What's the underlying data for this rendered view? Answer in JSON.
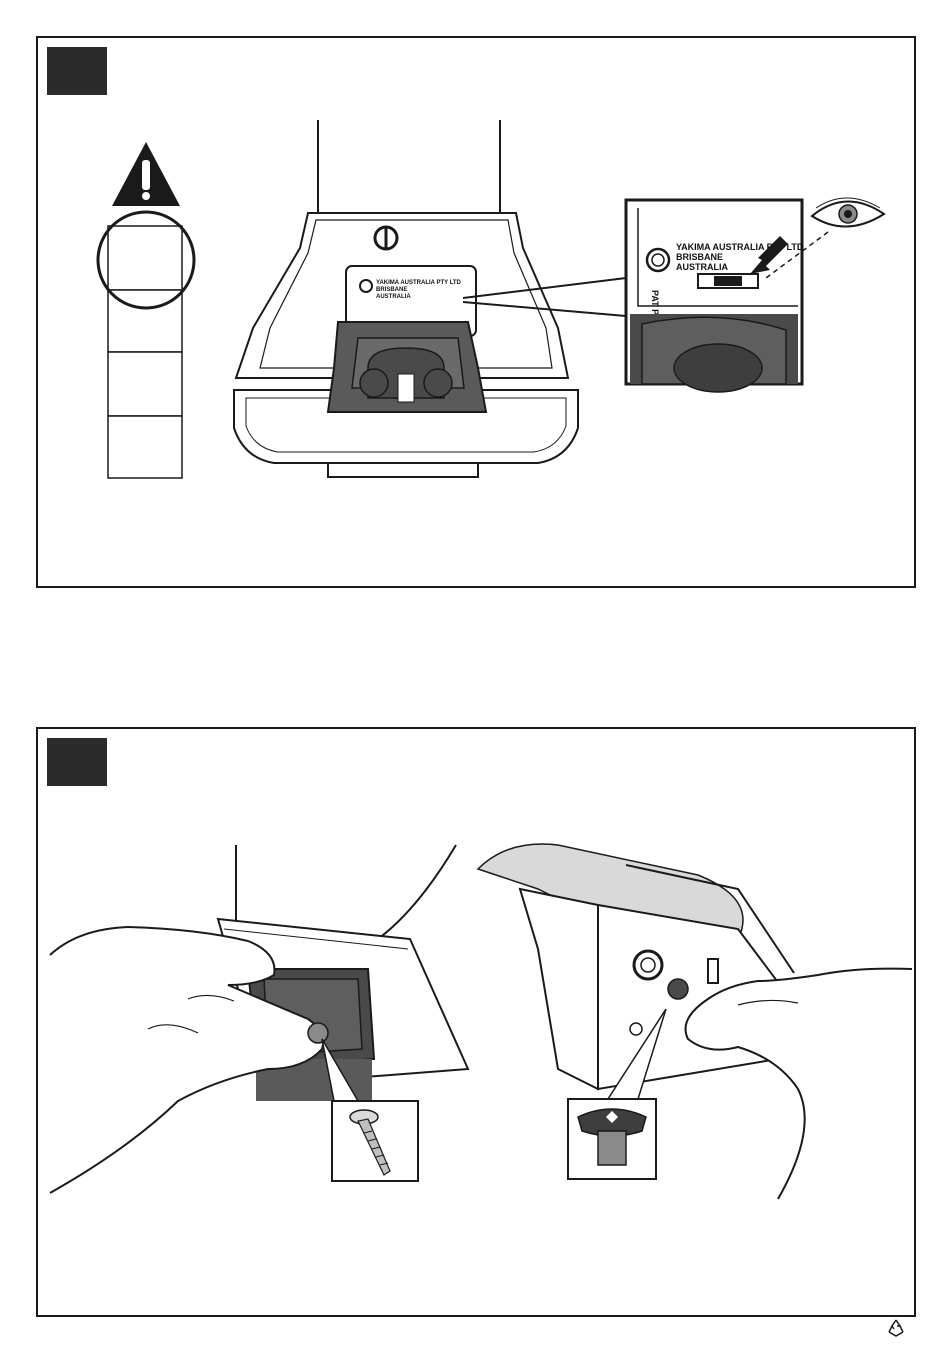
{
  "panel1": {
    "label_small": {
      "line1": "YAKIMA AUSTRALIA PTY LTD",
      "line2": "BRISBANE",
      "line3": "AUSTRALIA"
    },
    "label_zoom": {
      "line1": "YAKIMA AUSTRALIA PTY LTD",
      "line2": "BRISBANE",
      "line3": "AUSTRALIA",
      "side": "PAT PEN"
    },
    "icons": [
      "warning-icon",
      "eye-icon",
      "arrow-icon"
    ]
  },
  "panel2": {
    "icons": [
      "bolt-icon",
      "knob-icon"
    ]
  },
  "footer": {
    "icon": "recycle-icon"
  },
  "colors": {
    "ink": "#1a1a1a",
    "dark_gray": "#5a5a5a",
    "mid_gray": "#8a8a8a",
    "light_gray": "#d9d9d9"
  }
}
